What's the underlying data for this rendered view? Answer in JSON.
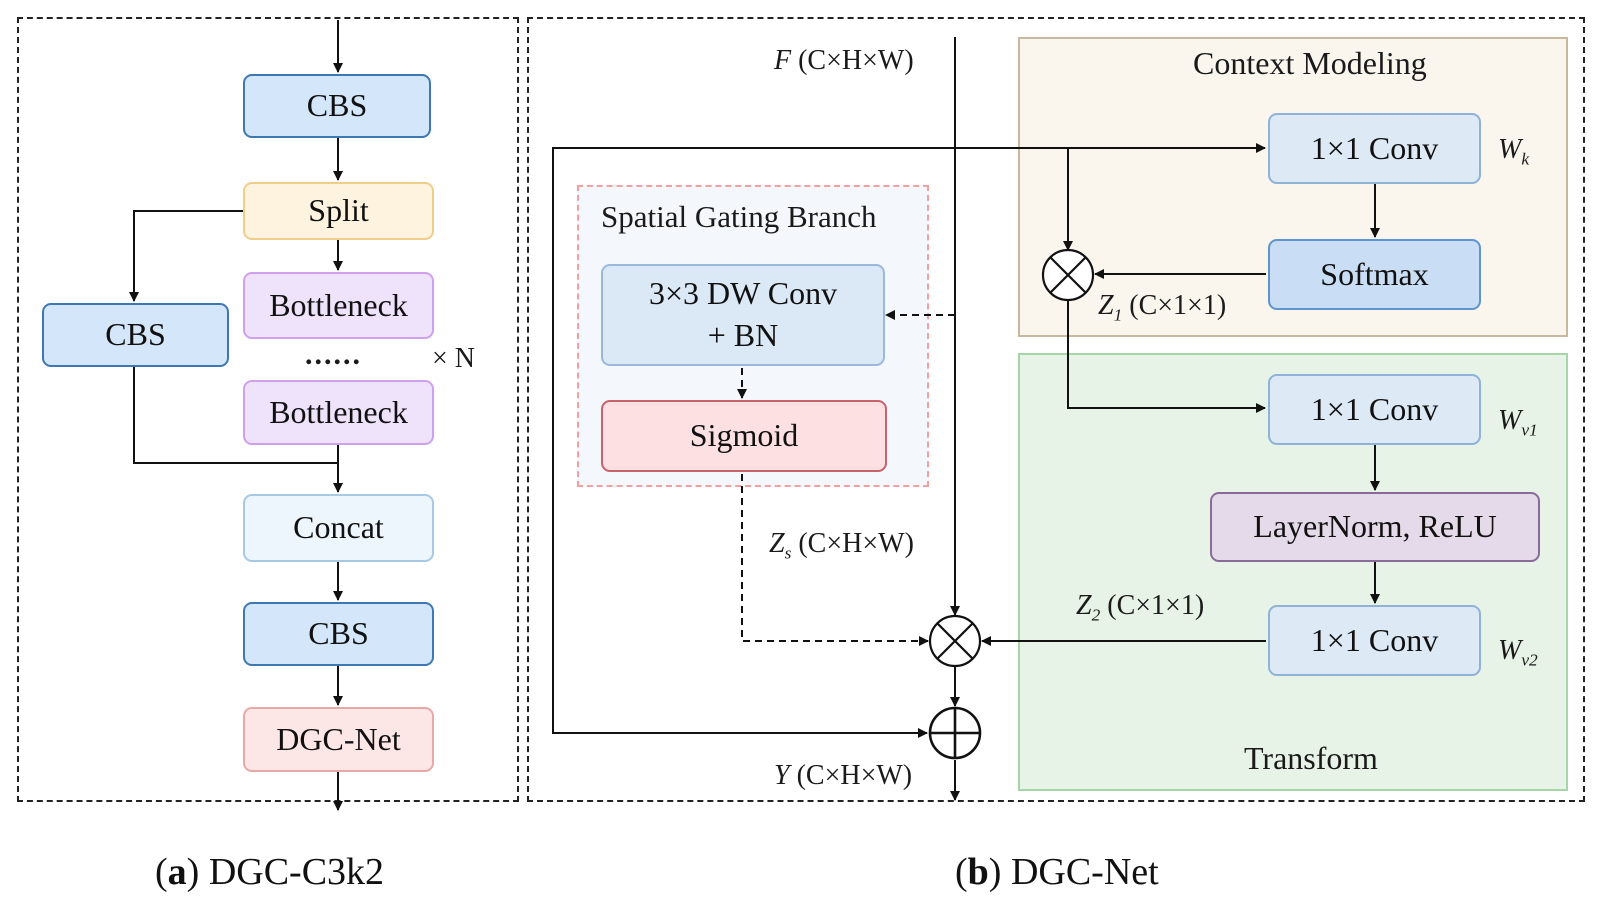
{
  "panel_a": {
    "blocks": {
      "cbs_top": "CBS",
      "split": "Split",
      "bottleneck_1": "Bottleneck",
      "dots": "......",
      "bottleneck_2": "Bottleneck",
      "repeat": "× N",
      "cbs_side": "CBS",
      "concat": "Concat",
      "cbs_bottom": "CBS",
      "dgc_net": "DGC-Net"
    },
    "caption": {
      "letter": "a",
      "text": " DGC-C3k2"
    }
  },
  "panel_b": {
    "input": {
      "var": "F",
      "shape": " (C×H×W)"
    },
    "output": {
      "var": "Y",
      "shape": " (C×H×W)"
    },
    "spatial_gating": {
      "title": "Spatial Gating Branch",
      "conv_line1": "3×3 DW Conv",
      "conv_line2": "+ BN",
      "sigmoid": "Sigmoid",
      "output": {
        "var": "Z",
        "sub": "s",
        "shape": " (C×H×W)"
      }
    },
    "context_modeling": {
      "title": "Context Modeling",
      "conv": "1×1 Conv",
      "weight": {
        "var": "W",
        "sub": "k"
      },
      "softmax": "Softmax",
      "output": {
        "var": "Z",
        "sub": "1",
        "shape": " (C×1×1)"
      }
    },
    "transform": {
      "title": "Transform",
      "conv1": "1×1 Conv",
      "weight1": {
        "var": "W",
        "sub": "v1"
      },
      "norm": "LayerNorm, ReLU",
      "conv2": "1×1 Conv",
      "weight2": {
        "var": "W",
        "sub": "v2"
      },
      "output": {
        "var": "Z",
        "sub": "2",
        "shape": " (C×1×1)"
      }
    },
    "caption": {
      "letter": "b",
      "text": " DGC-Net"
    }
  }
}
